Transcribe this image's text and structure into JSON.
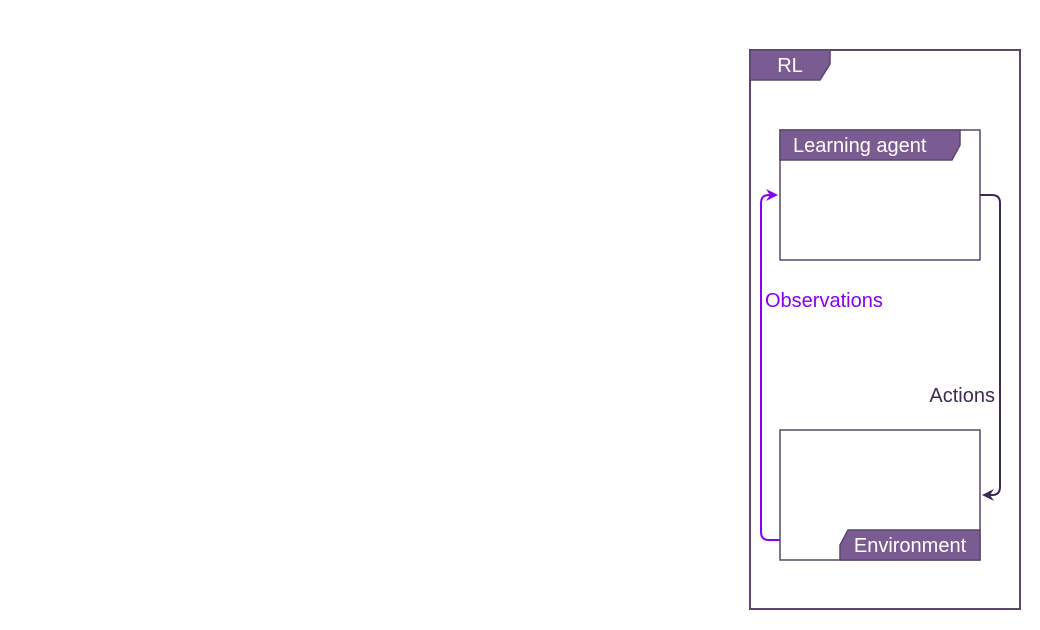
{
  "colors": {
    "frame": "#5b4670",
    "tag": "#7a5c93",
    "actions": "#3d2a55",
    "observations": "#8800ee",
    "background": "#ffffff"
  },
  "frame": {
    "label": "RL"
  },
  "nodes": {
    "agent": {
      "label": "Learning agent"
    },
    "environment": {
      "label": "Environment"
    }
  },
  "edges": {
    "actions": {
      "label": "Actions"
    },
    "observations": {
      "label": "Observations"
    }
  }
}
